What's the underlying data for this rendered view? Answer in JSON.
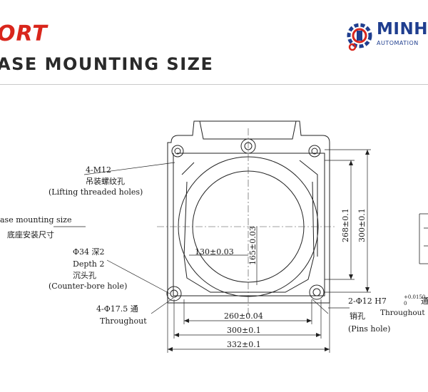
{
  "header": {
    "red_title": "ORT",
    "title": "ASE MOUNTING SIZE"
  },
  "logo": {
    "name": "MINH",
    "sub": "AUTOMATION"
  },
  "labels": {
    "lifting_thread": "4-M12",
    "lifting_cn": "吊装螺纹孔",
    "lifting_en": "(Lifting threaded holes)",
    "base_size_en": "ase mounting size",
    "base_size_cn": "底座安装尺寸",
    "counterbore_dia": "Φ34 深2",
    "depth": "Depth 2",
    "counterbore_cn": "沉头孔",
    "counterbore_en": "(Counter-bore hole)",
    "through_dia": "4-Φ17.5 通",
    "throughout": "Throughout",
    "pin_spec": "2-Φ12 H7",
    "pin_tol_upper": "+0.0150",
    "pin_tol_lower": "0",
    "pin_through": "通",
    "pin_throughout": "Throughout",
    "pin_cn": "销孔",
    "pin_en": "(Pins hole)",
    "dim_130": "130±0.03",
    "dim_165": "165±0.03",
    "dim_268": "268±0.1",
    "dim_300v": "300±0.1",
    "dim_260": "260±0.04",
    "dim_300h": "300±0.1",
    "dim_332": "332±0.1"
  }
}
